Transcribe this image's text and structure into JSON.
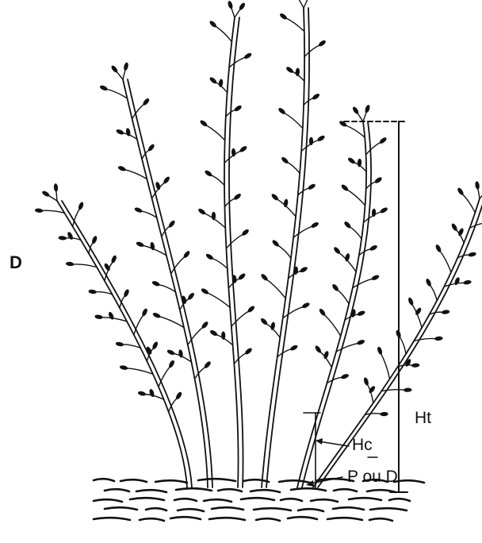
{
  "figure": {
    "panel_label": "D",
    "labels": {
      "total_height": "Ht",
      "crown_height_main": "Hc",
      "crown_height_sub": "",
      "base_measure": "P ou D"
    },
    "colors": {
      "ink": "#111111",
      "background": "#ffffff"
    }
  }
}
